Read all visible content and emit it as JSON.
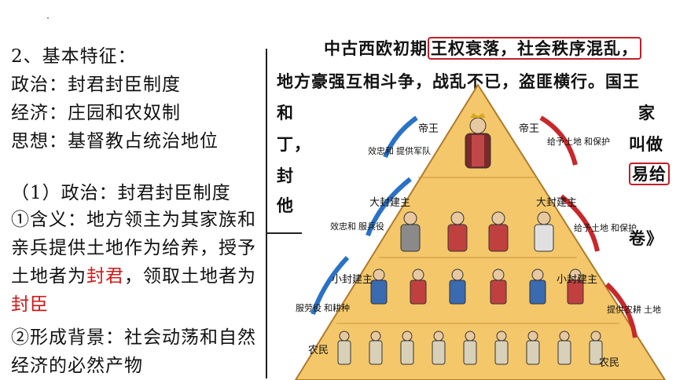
{
  "left": {
    "heading": "2、基本特征：",
    "politics": "政治：封君封臣制度",
    "economy": "经济：庄园和农奴制",
    "thought": "思想：基督教占统治地位",
    "section": "（1）政治：封君封臣制度",
    "meaning_1": "①含义：地方领主为其家族和",
    "meaning_2": "亲兵提供土地作为给养，授予",
    "meaning_3a": "土地者为",
    "meaning_3b": "封君",
    "meaning_3c": "，领取土地者为",
    "meaning_4": "封臣",
    "background_1": "②形成背景：社会动荡和自然",
    "background_2": "经济的必然产物"
  },
  "passage": {
    "l1a": "中古西欧初期",
    "l1b": "王权衰落，社会秩序混乱，",
    "l2": "地方豪强互相斗争，战乱不已，盗匪横行。国王",
    "l3a": "和",
    "l3b": "家",
    "l4a": "丁，",
    "l4b": "叫做",
    "l5a": "封",
    "l5b": "易给",
    "l6a": "他",
    "source": "卷》"
  },
  "pyramid": {
    "emperor": "帝王",
    "emperor2": "帝王",
    "big_lord": "大封建主",
    "big_lord2": "大封建主",
    "small_lord": "小封建主",
    "small_lord2": "小封建主",
    "peasant": "农民",
    "peasant2": "农民",
    "up1": "效忠和\n提供军队",
    "up2": "效忠和\n服兵役",
    "up3": "服劳役\n和耕种",
    "down1": "给予土地\n和保护",
    "down2": "给予土地\n和保护",
    "down3": "提供农耕\n土地",
    "colors": {
      "pyramid": "#f4c86a",
      "up_arrow": "#2a72c8",
      "down_arrow": "#c8282c"
    }
  }
}
